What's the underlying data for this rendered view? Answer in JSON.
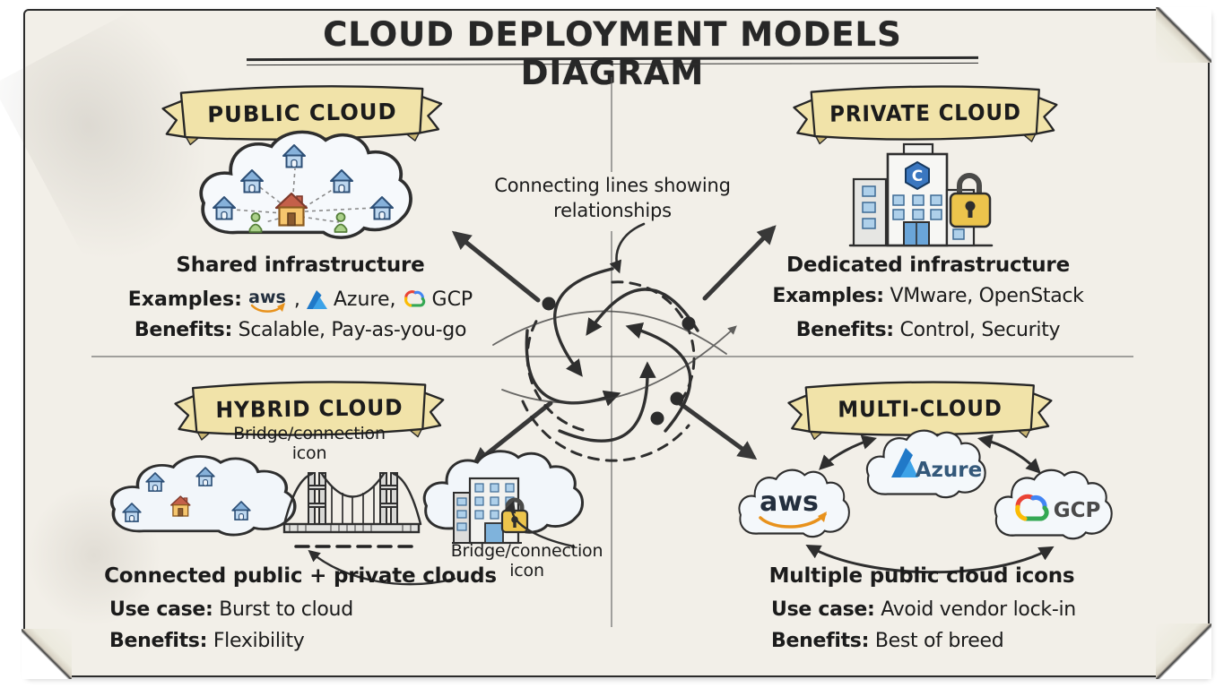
{
  "title": "CLOUD DEPLOYMENT MODELS DIAGRAM",
  "center_label": {
    "line1": "Connecting lines showing",
    "line2": "relationships"
  },
  "public_cloud": {
    "banner": "PUBLIC CLOUD",
    "subtitle": "Shared infrastructure",
    "examples_label": "Examples:",
    "aws_logo_text": "aws",
    "sep_after_aws": ",",
    "azure_text": "Azure,",
    "gcp_text": "GCP",
    "benefits_label": "Benefits:",
    "benefits": "Scalable, Pay-as-you-go"
  },
  "private_cloud": {
    "banner": "PRIVATE CLOUD",
    "logo_letter": "C",
    "subtitle": "Dedicated infrastructure",
    "examples_label": "Examples:",
    "examples": "VMware, OpenStack",
    "benefits_label": "Benefits:",
    "benefits": "Control, Security"
  },
  "hybrid_cloud": {
    "banner": "HYBRID CLOUD",
    "bridge_label_top": {
      "line1": "Bridge/connection",
      "line2": "icon"
    },
    "bridge_label_bottom": {
      "line1": "Bridge/connection",
      "line2": "icon"
    },
    "subtitle": "Connected public + private clouds",
    "use_case_label": "Use case:",
    "use_case": "Burst to cloud",
    "benefits_label": "Benefits:",
    "benefits": "Flexibility"
  },
  "multi_cloud": {
    "banner": "MULTI-CLOUD",
    "aws_logo_text": "aws",
    "azure_logo_text": "Azure",
    "gcp_logo_text": "GCP",
    "subtitle": "Multiple public cloud icons",
    "use_case_label": "Use case:",
    "use_case": "Avoid vendor lock-in",
    "benefits_label": "Benefits:",
    "benefits": "Best of breed"
  },
  "colors": {
    "paper": "#f2efe8",
    "banner_fill": "#f1e3a9",
    "ink": "#2e2e2e",
    "aws_orange": "#e8921c",
    "azure_blue": "#2079c8",
    "azure_text": "#33587a",
    "gcp_blue": "#4285F4",
    "gcp_red": "#EA4335",
    "gcp_yellow": "#FBBC05",
    "gcp_green": "#34A853",
    "lock_gold": "#ecc44c",
    "house_blue": "#bdd7ef",
    "house_orange": "#f6c66e",
    "person_green": "#abd18a",
    "window_blue": "#aed0ea"
  }
}
